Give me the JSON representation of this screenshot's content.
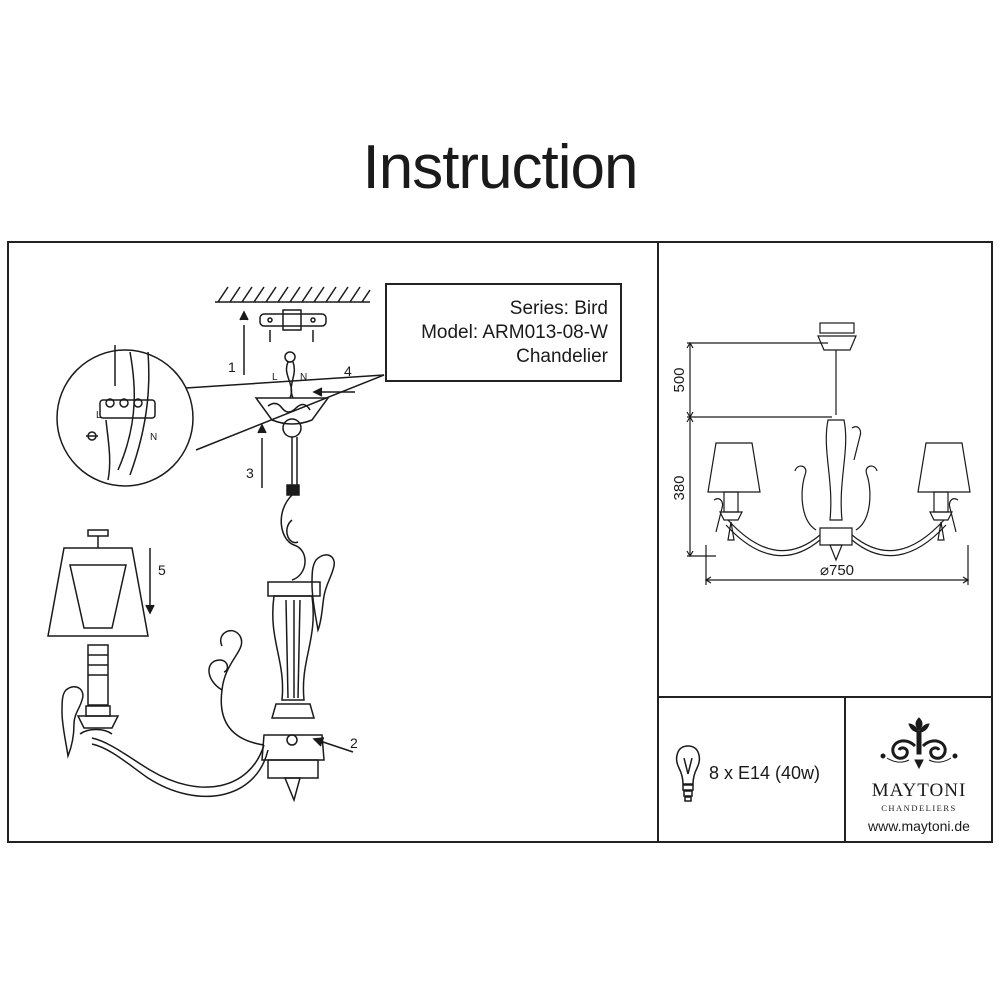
{
  "header": {
    "title": "Instruction"
  },
  "info": {
    "series": "Series: Bird",
    "model": "Model: ARM013-08-W",
    "type": "Chandelier"
  },
  "steps": {
    "s1": "1",
    "s2": "2",
    "s3": "3",
    "s4": "4",
    "s5": "5"
  },
  "wiring": {
    "live": "L",
    "neutral": "N"
  },
  "dimensions": {
    "height_top": "500",
    "height_bottom": "380",
    "diameter": "⌀750"
  },
  "bulb": {
    "spec": "8 x E14 (40w)",
    "icon": "light-bulb-icon"
  },
  "brand": {
    "name": "MAYTONI",
    "subtitle": "CHANDELIERS",
    "url": "www.maytoni.de",
    "logo": "maytoni-logo"
  }
}
